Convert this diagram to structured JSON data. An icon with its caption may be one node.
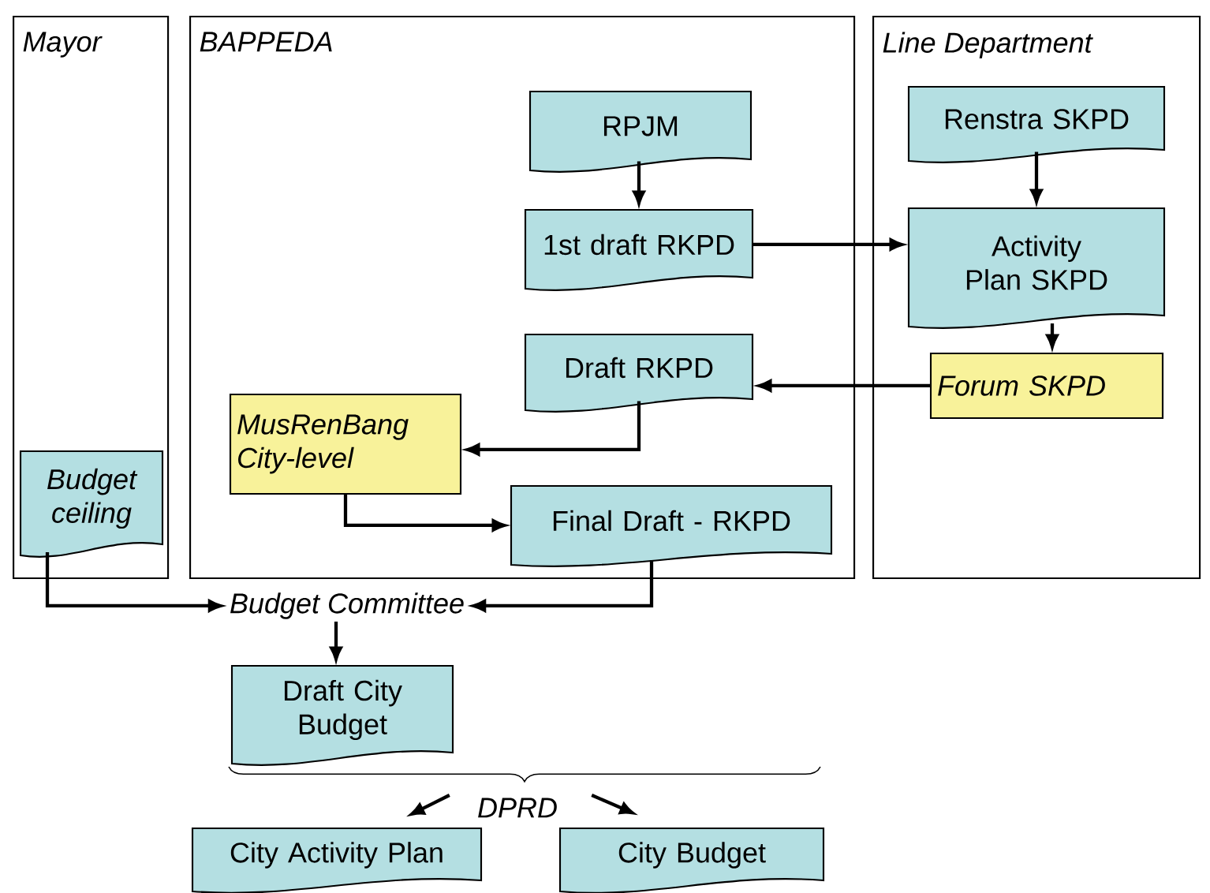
{
  "diagram": {
    "nodes": [
      {
        "text": [
          "Mayor"
        ]
      },
      {
        "text": [
          "BAPPEDA"
        ]
      },
      {
        "text": [
          "Line Department"
        ]
      },
      {
        "text": [
          "RPJM"
        ],
        "in": 1
      },
      {
        "text": [
          "1st draft RKPD"
        ],
        "in": 1
      },
      {
        "text": [
          "Renstra SKPD"
        ],
        "in": 2
      },
      {
        "text": [
          "Activity Plan SKPD"
        ],
        "in": 2
      },
      {
        "text": [
          "Draft RKPD"
        ],
        "in": 1
      },
      {
        "text": [
          "Forum SKPD"
        ],
        "in": 2
      },
      {
        "text": [
          "MusRenBang City-level"
        ],
        "in": 1
      },
      {
        "text": [
          "Budget ceiling"
        ],
        "in": 0
      },
      {
        "text": [
          "Final Draft - RKPD"
        ],
        "in": 1
      },
      {
        "text": [
          "Budget Committee"
        ]
      },
      {
        "text": [
          "Draft City Budget"
        ]
      },
      {
        "text": [
          "DPRD"
        ]
      },
      {
        "text": [
          "City Activity Plan"
        ]
      },
      {
        "text": [
          "City Budget"
        ]
      }
    ],
    "edges": [
      {
        "from": 3,
        "to": 4,
        "arrow": "to"
      },
      {
        "from": 4,
        "to": 6,
        "arrow": "to"
      },
      {
        "from": 5,
        "to": 6,
        "arrow": "to"
      },
      {
        "from": 6,
        "to": 8,
        "arrow": "to"
      },
      {
        "from": 8,
        "to": 7,
        "arrow": "to"
      },
      {
        "from": 7,
        "to": 9,
        "arrow": "to"
      },
      {
        "from": 9,
        "to": 11,
        "arrow": "to"
      },
      {
        "from": 10,
        "to": 12,
        "arrow": "to"
      },
      {
        "from": 11,
        "to": 12,
        "arrow": "to"
      },
      {
        "from": 12,
        "to": 13,
        "arrow": "to"
      },
      {
        "from": 14,
        "to": 15,
        "arrow": "to"
      },
      {
        "from": 14,
        "to": 16,
        "arrow": "to"
      }
    ]
  }
}
